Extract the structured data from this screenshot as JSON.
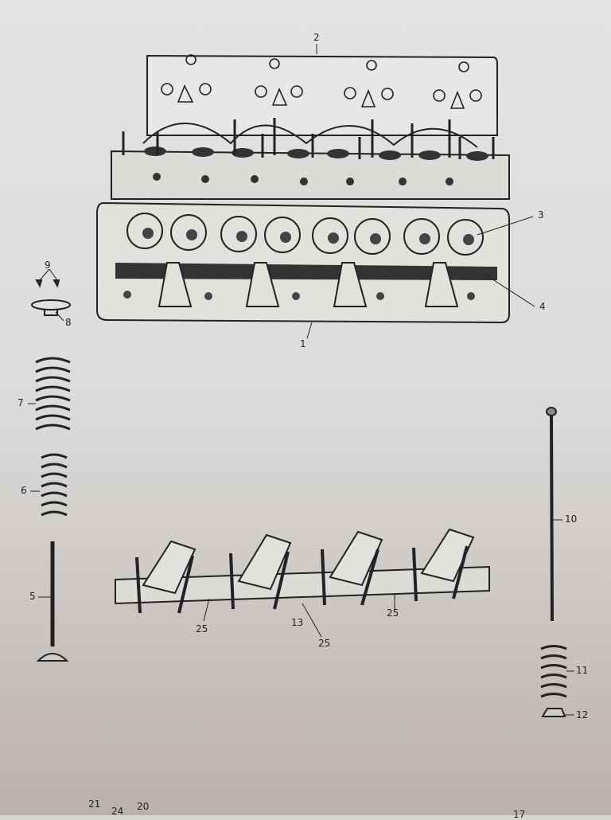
{
  "callouts": {
    "c1": "1",
    "c2": "2",
    "c3": "3",
    "c4": "4",
    "c5": "5",
    "c6": "6",
    "c7": "7",
    "c8": "8",
    "c9": "9",
    "c10": "10",
    "c11": "11",
    "c12": "12",
    "c13": "13",
    "c25a": "25",
    "c25b": "25",
    "c25c": "25",
    "c21": "21",
    "c24": "24",
    "c20": "20",
    "c17": "17"
  },
  "colors": {
    "paper": "#e0dfdd",
    "ink": "#222222"
  }
}
